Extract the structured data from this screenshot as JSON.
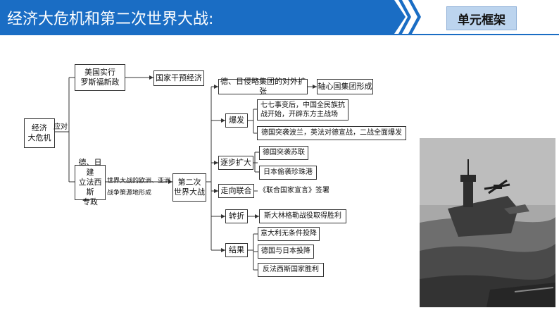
{
  "header": {
    "title": "经济大危机和第二次世界大战:",
    "unit_label": "单元框架"
  },
  "diagram": {
    "root": "经济\n大危机",
    "respond": "应对",
    "us_policy": "美国实行\n罗斯福新政",
    "state_intervention": "国家干预经济",
    "fascism": "德、日建\n立法西斯\n专政",
    "war_sources": "世界大战的欧洲、亚洲\n战争策源地形成",
    "ww2": "第二次\n世界大战",
    "expansion": "德、日侵略集团的对外扩张",
    "axis": "轴心国集团形成",
    "outbreak": "爆发",
    "outbreak_1": "七七事变后，中国全民族抗\n战开始，开辟东方主战场",
    "outbreak_2": "德国突袭波兰，英法对德宣战，二战全面爆发",
    "escalation": "逐步扩大",
    "escalation_1": "德国突袭苏联",
    "escalation_2": "日本偷袭珍珠港",
    "alliance": "走向联合",
    "alliance_1": "《联合国家宣言》签署",
    "turning": "转折",
    "turning_1": "斯大林格勒战役取得胜利",
    "result": "结果",
    "result_1": "意大利无条件投降",
    "result_2": "德国与日本投降",
    "result_3": "反法西斯国家胜利"
  },
  "photo": {
    "subject": "aircraft-carrier-with-biplane-photo"
  }
}
